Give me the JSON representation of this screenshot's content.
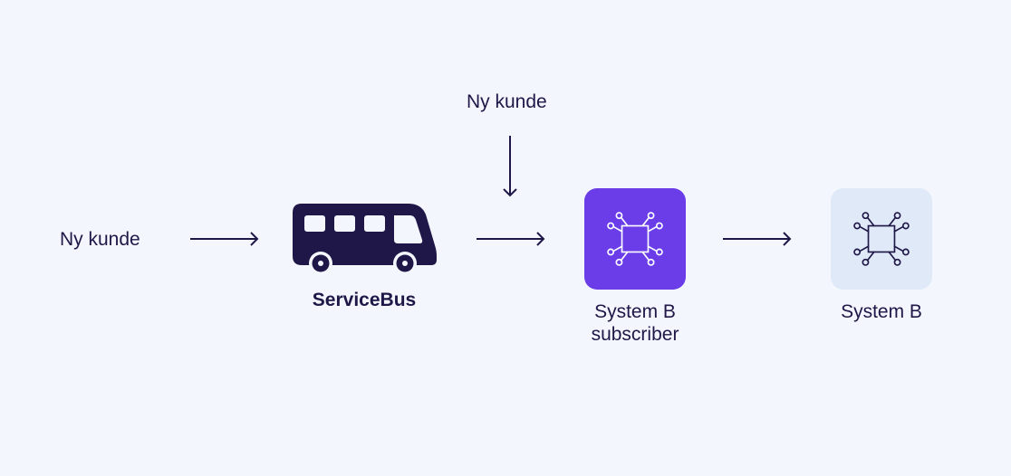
{
  "nodes": {
    "source_label": "Ny kunde",
    "top_label": "Ny kunde",
    "bus_label": "ServiceBus",
    "subscriber_label_line1": "System B",
    "subscriber_label_line2": "subscriber",
    "system_b_label": "System B"
  },
  "colors": {
    "background": "#f3f6fd",
    "ink": "#1e1748",
    "subscriber_tile": "#6a3de8",
    "system_b_tile": "#dfe9f8"
  },
  "icons": {
    "bus": "bus-icon",
    "subscriber": "circuit-chip-icon",
    "system_b": "circuit-chip-icon"
  }
}
